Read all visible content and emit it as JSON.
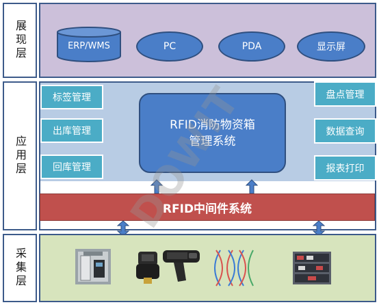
{
  "layers": {
    "presentation": "展现层",
    "application": "应用层",
    "collection": "采集层"
  },
  "presentation_items": [
    "ERP/WMS",
    "PC",
    "PDA",
    "显示屏"
  ],
  "application": {
    "left_modules": [
      "标签管理",
      "出库管理",
      "回库管理"
    ],
    "right_modules": [
      "盘点管理",
      "数据查询",
      "报表打印"
    ],
    "core_line1": "RFID消防物资箱",
    "core_line2": "管理系统"
  },
  "middleware": "RFID中间件系统",
  "watermark": "DOWIT",
  "devices": [
    "rfid-gate-device",
    "handheld-reader",
    "rfid-gun",
    "antenna-waves",
    "shelf-equipment"
  ],
  "colors": {
    "presentation_bg": "#ccc0da",
    "application_bg": "#b8cce4",
    "collection_bg": "#d7e4bd",
    "module": "#4bacc6",
    "core": "#4a7ec8",
    "middleware": "#c0504d",
    "arrow": "#4a7ec8"
  }
}
